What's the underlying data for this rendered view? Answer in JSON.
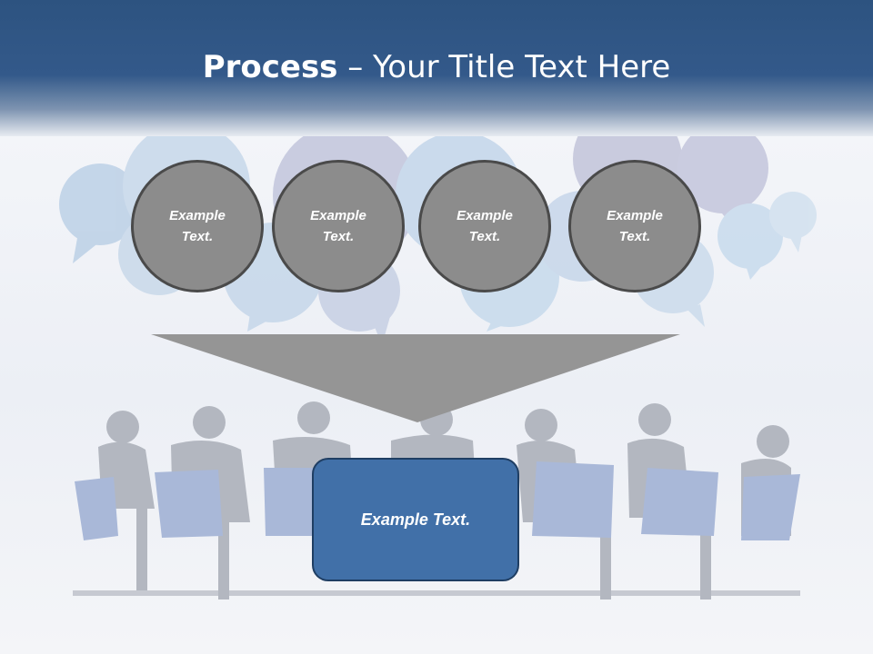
{
  "slide": {
    "title_bold": "Process",
    "title_rest": " – Your Title Text Here",
    "circles": [
      "Example Text.",
      "Example Text.",
      "Example Text.",
      "Example Text."
    ],
    "box_text": "Example Text."
  },
  "colors": {
    "header": "#2d5380",
    "circle_fill": "#8c8c8c",
    "circle_border": "#4a4a4a",
    "funnel": "#959595",
    "box_fill": "#4170a8",
    "box_border": "#1f3e63"
  }
}
